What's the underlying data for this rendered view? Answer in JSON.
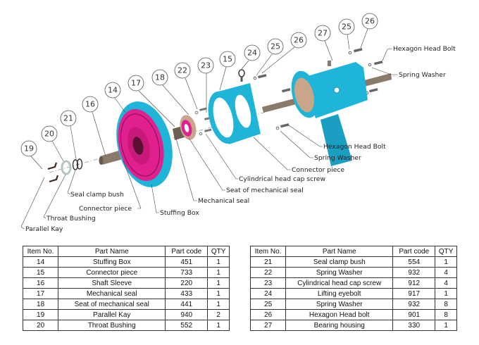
{
  "diagram": {
    "colors": {
      "housing": "#1fb5d8",
      "housing_dark": "#1390b0",
      "seal_face": "#e0208f",
      "shaft": "#8a7a6a",
      "bronze": "#c9a58a",
      "line": "#444444"
    },
    "callouts": [
      "19",
      "20",
      "21",
      "16",
      "14",
      "17",
      "18",
      "22",
      "23",
      "15",
      "24",
      "25",
      "26",
      "27",
      "25",
      "26"
    ],
    "labels": {
      "parallel_kay": "Parallel Kay",
      "throat_bushing": "Throat Bushing",
      "seal_clamp_bush": "Seal clamp bush",
      "connector_piece_left": "Connector piece",
      "stuffing_box": "Stuffing Box",
      "mechanical_seal": "Mechanical seal",
      "seat_of_mechanical_seal": "Seat of mechanical seal",
      "cylindrical_head_cap_screw": "Cylindrical head cap screw",
      "connector_piece_right": "Connector piece",
      "spring_washer_lower": "Spring Washer",
      "hexagon_head_bolt_lower": "Hexagon Head Bolt",
      "hexagon_head_bolt_upper": "Hexagon Head Bolt",
      "spring_washer_upper": "Spring Washer"
    }
  },
  "tables": {
    "headers": [
      "Item No.",
      "Part Name",
      "Part code",
      "QTY"
    ],
    "left": [
      {
        "item": "14",
        "name": "Stuffing Box",
        "code": "451",
        "qty": "1"
      },
      {
        "item": "15",
        "name": "Connector piece",
        "code": "733",
        "qty": "1"
      },
      {
        "item": "16",
        "name": "Shaft Sleeve",
        "code": "220",
        "qty": "1"
      },
      {
        "item": "17",
        "name": "Mechanical seal",
        "code": "433",
        "qty": "1"
      },
      {
        "item": "18",
        "name": "Seat of mechanical seal",
        "code": "441",
        "qty": "1"
      },
      {
        "item": "19",
        "name": "Parallel Kay",
        "code": "940",
        "qty": "2"
      },
      {
        "item": "20",
        "name": "Throat Bushing",
        "code": "552",
        "qty": "1"
      }
    ],
    "right": [
      {
        "item": "21",
        "name": "Seal clamp bush",
        "code": "554",
        "qty": "1"
      },
      {
        "item": "22",
        "name": "Spring Washer",
        "code": "932",
        "qty": "4"
      },
      {
        "item": "23",
        "name": "Cylindrical head cap screw",
        "code": "912",
        "qty": "4"
      },
      {
        "item": "24",
        "name": "Lifting eyebolt",
        "code": "917",
        "qty": "1"
      },
      {
        "item": "25",
        "name": "Spring Washer",
        "code": "932",
        "qty": "8"
      },
      {
        "item": "26",
        "name": "Hexagon Head bolt",
        "code": "901",
        "qty": "8"
      },
      {
        "item": "27",
        "name": "Bearing housing",
        "code": "330",
        "qty": "1"
      }
    ]
  }
}
